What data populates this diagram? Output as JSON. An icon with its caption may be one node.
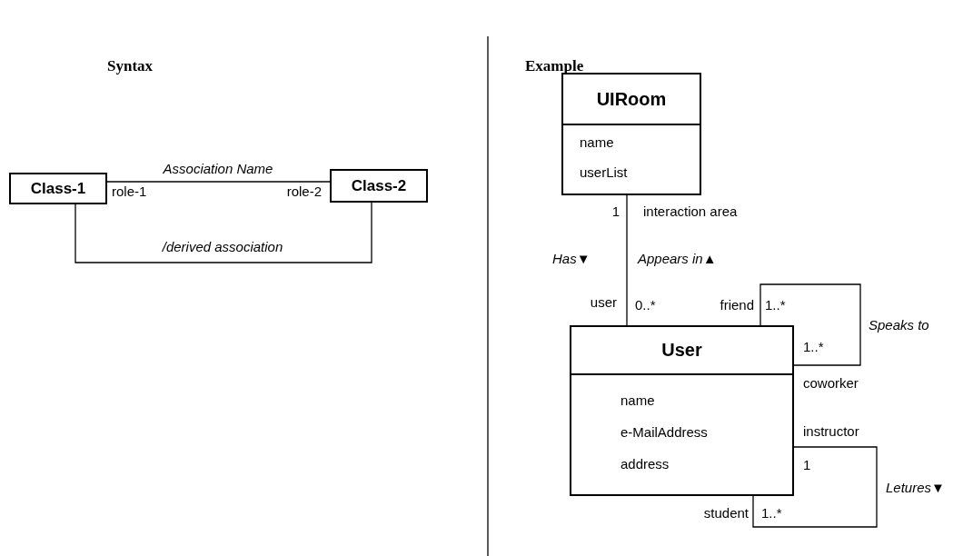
{
  "diagram": {
    "nodes": [
      {
        "text": [
          "Class-1"
        ]
      },
      {
        "text": [
          "Class-2"
        ]
      },
      {
        "text": [
          "UIRoom",
          "name",
          "userList"
        ]
      },
      {
        "text": [
          "User",
          "name",
          "e-MailAddress",
          "address"
        ]
      }
    ],
    "edges": [
      {
        "from": 0,
        "to": 1,
        "arrow": "none",
        "label": "Association Name"
      },
      {
        "from": 0,
        "to": 1,
        "arrow": "none",
        "label": "/derived association"
      },
      {
        "from": 2,
        "to": 3,
        "arrow": "none"
      },
      {
        "from": 3,
        "to": 3,
        "arrow": "none",
        "label": "Speaks to"
      },
      {
        "from": 3,
        "to": 3,
        "arrow": "none",
        "label": "Letures▼"
      }
    ],
    "labels": [
      "Syntax",
      "Example",
      "role-1",
      "role-2",
      "1",
      "interaction area",
      "Has▼",
      "Appears in▲",
      "user",
      "0..*",
      "friend",
      "1..*",
      "1..*",
      "coworker",
      "instructor",
      "1",
      "student",
      "1..*"
    ]
  }
}
